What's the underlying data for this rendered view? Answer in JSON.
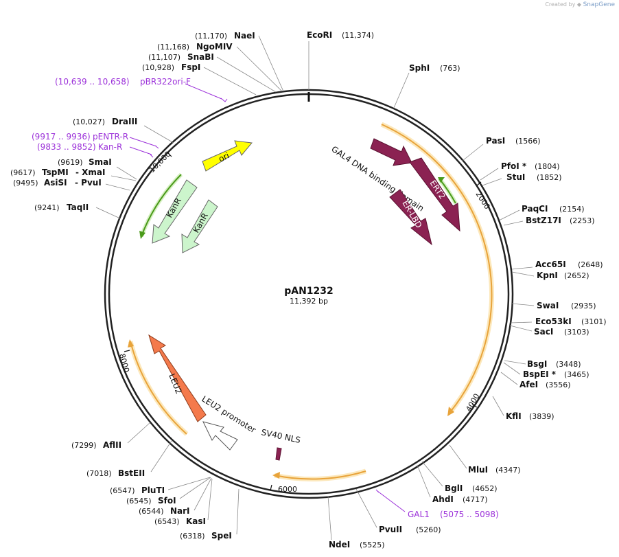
{
  "watermark": {
    "prefix": "Created by",
    "brand": "SnapGene"
  },
  "plasmid": {
    "name": "pAN1232",
    "size": "11,392 bp"
  },
  "ticks": [
    "2000",
    "4000",
    "6000",
    "8000",
    "10,000"
  ],
  "enzymes_right": [
    {
      "name": "EcoRI",
      "pos": "(11,374)"
    },
    {
      "name": "SphI",
      "pos": "(763)"
    },
    {
      "name": "PasI",
      "pos": "(1566)"
    },
    {
      "name": "PfoI *",
      "pos": "(1804)"
    },
    {
      "name": "StuI",
      "pos": "(1852)"
    },
    {
      "name": "PaqCI",
      "pos": "(2154)"
    },
    {
      "name": "BstZ17I",
      "pos": "(2253)"
    },
    {
      "name": "Acc65I",
      "pos": "(2648)"
    },
    {
      "name": "KpnI",
      "pos": "(2652)"
    },
    {
      "name": "SwaI",
      "pos": "(2935)"
    },
    {
      "name": "Eco53kI",
      "pos": "(3101)"
    },
    {
      "name": "SacI",
      "pos": "(3103)"
    },
    {
      "name": "BsgI",
      "pos": "(3448)"
    },
    {
      "name": "BspEI *",
      "pos": "(3465)"
    },
    {
      "name": "AfeI",
      "pos": "(3556)"
    },
    {
      "name": "KflI",
      "pos": "(3839)"
    },
    {
      "name": "MluI",
      "pos": "(4347)"
    },
    {
      "name": "BglI",
      "pos": "(4652)"
    },
    {
      "name": "AhdI",
      "pos": "(4717)"
    },
    {
      "name": "PvuII",
      "pos": "(5260)"
    },
    {
      "name": "NdeI",
      "pos": "(5525)"
    }
  ],
  "enzymes_left": [
    {
      "name": "NaeI",
      "pos": "(11,170)"
    },
    {
      "name": "NgoMIV",
      "pos": "(11,168)"
    },
    {
      "name": "SnaBI",
      "pos": "(11,107)"
    },
    {
      "name": "FspI",
      "pos": "(10,928)"
    },
    {
      "name": "DraIII",
      "pos": "(10,027)"
    },
    {
      "name": "SmaI",
      "pos": "(9619)"
    },
    {
      "name": "TspMI",
      "pos": "(9617)",
      "extra": "- XmaI"
    },
    {
      "name": "AsiSI",
      "pos": "(9495)",
      "extra": "- PvuI"
    },
    {
      "name": "TaqII",
      "pos": "(9241)"
    },
    {
      "name": "AflII",
      "pos": "(7299)"
    },
    {
      "name": "BstEII",
      "pos": "(7018)"
    },
    {
      "name": "PluTI",
      "pos": "(6547)"
    },
    {
      "name": "SfoI",
      "pos": "(6545)"
    },
    {
      "name": "NarI",
      "pos": "(6544)"
    },
    {
      "name": "KasI",
      "pos": "(6543)"
    },
    {
      "name": "SpeI",
      "pos": "(6318)"
    }
  ],
  "primers": [
    {
      "pos": "(10,639 .. 10,658)",
      "name": "pBR322ori-F"
    },
    {
      "pos": "(9917 .. 9936)",
      "name": "pENTR-R"
    },
    {
      "pos": "(9833 .. 9852)",
      "name": "Kan-R"
    },
    {
      "name": "GAL1",
      "pos": "(5075 .. 5098)"
    }
  ],
  "features": {
    "ori": "ori",
    "kanr1": "KanR",
    "kanr2": "KanR",
    "gal4": "GAL4 DNA binding domain",
    "ert2": "ERT2",
    "erlbd": "ER-LBD",
    "leu2": "LEU2",
    "leu2_promoter": "LEU2 promoter",
    "sv40": "SV40 NLS"
  },
  "colors": {
    "ori": "#ffff00",
    "kanr": "#ccf5cc",
    "maroon": "#8b2252",
    "leu2": "#f47a4c",
    "orf": "#e8a33a",
    "orf_glow": "#fce8bc",
    "primer": "#9b30d9",
    "green_arc": "#4a9a1a"
  }
}
